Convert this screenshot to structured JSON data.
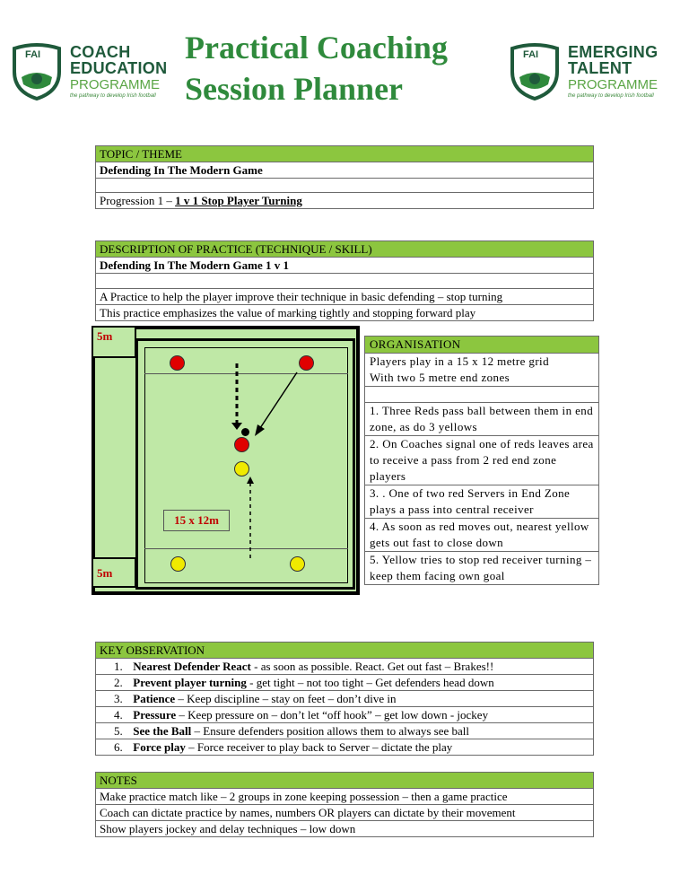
{
  "header": {
    "title_line1": "Practical Coaching",
    "title_line2": "Session Planner",
    "left_logo": {
      "mark": "FAI",
      "line1": "COACH",
      "line2": "EDUCATION",
      "line3": "PROGRAMME",
      "tagline": "the pathway to develop Irish football"
    },
    "right_logo": {
      "mark": "FAI",
      "line1": "EMERGING",
      "line2": "TALENT",
      "line3": "PROGRAMME",
      "tagline": "the pathway to develop Irish football"
    }
  },
  "topic": {
    "header": "TOPIC / THEME",
    "title": "Defending In The Modern Game",
    "progression_prefix": "Progression 1 – ",
    "progression_title": "1 v 1 Stop Player Turning"
  },
  "description": {
    "header": "DESCRIPTION OF PRACTICE (TECHNIQUE / SKILL)",
    "title": "Defending In The Modern Game 1 v 1",
    "line1": "A Practice to help the player improve their technique in basic defending – stop turning",
    "line2": "This practice emphasizes the value of marking tightly and stopping forward play"
  },
  "diagram": {
    "top_zone_label": "5m",
    "bottom_zone_label": "5m",
    "grid_label": "15 x 12m"
  },
  "organisation": {
    "header": "ORGANISATION",
    "intro_line1": "Players play in a 15 x 12 metre grid",
    "intro_line2": "With two 5 metre end zones",
    "items": [
      "1. Three Reds pass ball between them in end zone, as do 3 yellows",
      "2. On Coaches signal one of reds leaves area to receive a pass from 2 red end zone players",
      "3. . One of two red Servers in End Zone plays a pass into central receiver",
      "4. As soon as red moves out, nearest yellow gets out fast to close down",
      "5. Yellow tries to stop red receiver turning – keep them facing own goal"
    ]
  },
  "key_observation": {
    "header": "KEY OBSERVATION",
    "items": [
      {
        "num": "1.",
        "bold": "Nearest Defender React",
        "rest": "  - as soon as possible. React. Get out fast – Brakes!!"
      },
      {
        "num": "2.",
        "bold": "Prevent player turning",
        "rest": "  - get tight – not too tight – Get defenders head down"
      },
      {
        "num": "3.",
        "bold": "Patience",
        "rest": " – Keep discipline – stay on feet – don’t dive in"
      },
      {
        "num": "4.",
        "bold": "Pressure",
        "rest": " – Keep pressure on – don’t let “off hook” – get low down - jockey"
      },
      {
        "num": "5.",
        "bold": " See the Ball",
        "rest": " – Ensure defenders position allows them to always see ball"
      },
      {
        "num": "6.",
        "bold": "Force play",
        "rest": " – Force receiver to play back to Server – dictate the play"
      }
    ]
  },
  "notes": {
    "header": "NOTES",
    "lines": [
      "Make practice match like – 2 groups in zone keeping possession – then a game practice",
      "Coach can dictate practice by names, numbers OR players can dictate by their movement",
      "Show players jockey and delay techniques – low down"
    ]
  }
}
